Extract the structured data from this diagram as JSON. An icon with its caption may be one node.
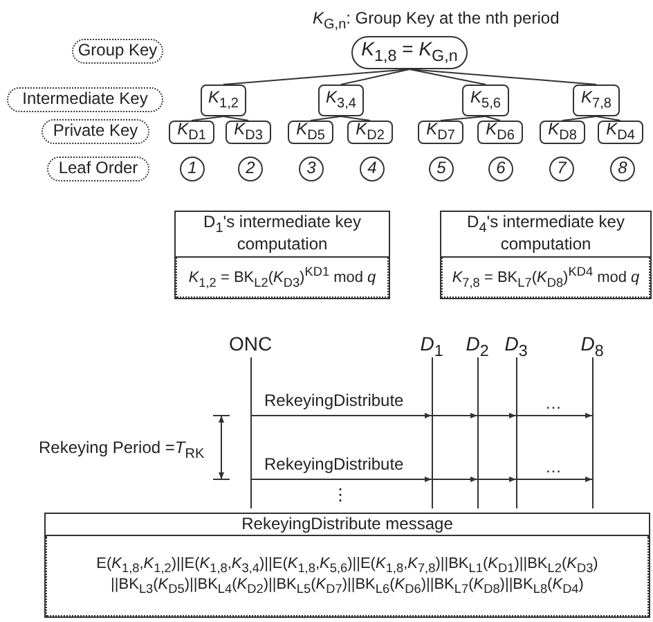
{
  "diagram": {
    "nodes": [
      {
        "text": [
          "Group Key"
        ]
      },
      {
        "text": [
          "Intermediate Key"
        ]
      },
      {
        "text": [
          "Private Key"
        ]
      },
      {
        "text": [
          "Leaf Order"
        ]
      },
      {
        "text": [
          "*K*$_{1,8}$ = *K*$_{G,n}$"
        ]
      },
      {
        "text": [
          "*K*$_{1,2}$"
        ]
      },
      {
        "text": [
          "*K*$_{3,4}$"
        ]
      },
      {
        "text": [
          "*K*$_{5,6}$"
        ]
      },
      {
        "text": [
          "*K*$_{7,8}$"
        ]
      },
      {
        "text": [
          "*K*$_{D1}$"
        ]
      },
      {
        "text": [
          "*K*$_{D3}$"
        ]
      },
      {
        "text": [
          "*K*$_{D5}$"
        ]
      },
      {
        "text": [
          "*K*$_{D2}$"
        ]
      },
      {
        "text": [
          "*K*$_{D7}$"
        ]
      },
      {
        "text": [
          "*K*$_{D6}$"
        ]
      },
      {
        "text": [
          "*K*$_{D8}$"
        ]
      },
      {
        "text": [
          "*K*$_{D4}$"
        ]
      },
      {
        "text": [
          "1"
        ]
      },
      {
        "text": [
          "2"
        ]
      },
      {
        "text": [
          "3"
        ]
      },
      {
        "text": [
          "4"
        ]
      },
      {
        "text": [
          "5"
        ]
      },
      {
        "text": [
          "6"
        ]
      },
      {
        "text": [
          "7"
        ]
      },
      {
        "text": [
          "8"
        ]
      },
      {
        "text": [
          "D$_{1}$'s intermediate key computation",
          "*K*$_{1,2}$ = BK$_{L2}$(*K*$_{D3}$)$^{KD1}$ mod *q*"
        ]
      },
      {
        "text": [
          "D$_{4}$'s intermediate key computation",
          "*K*$_{7,8}$ = BK$_{L7}$(*K*$_{D8}$)$^{KD4}$ mod *q*"
        ]
      },
      {
        "text": [
          "ONC"
        ]
      },
      {
        "text": [
          "*D*$_{1}$"
        ]
      },
      {
        "text": [
          "*D*$_{2}$"
        ]
      },
      {
        "text": [
          "*D*$_{3}$"
        ]
      },
      {
        "text": [
          "*D*$_{8}$"
        ]
      },
      {
        "text": [
          "RekeyingDistribute message",
          "E(*K*$_{1,8}$,*K*$_{1,2}$)||E(*K*$_{1,8}$,*K*$_{3,4}$)||E(*K*$_{1,8}$,*K*$_{5,6}$)||E(*K*$_{1,8}$,*K*$_{7,8}$)||BK$_{L1}$(*K*$_{D1}$)||BK$_{L2}$(*K*$_{D3}$) ||BK$_{L3}$(*K*$_{D5}$)||BK$_{L4}$(*K*$_{D2}$)||BK$_{L5}$(*K*$_{D7}$)||BK$_{L6}$(*K*$_{D6}$)||BK$_{L7}$(*K*$_{D8}$)||BK$_{L8}$(*K*$_{D4}$)"
        ]
      }
    ],
    "edges": [
      {
        "from": 4,
        "to": 5,
        "arrow": "none"
      },
      {
        "from": 4,
        "to": 6,
        "arrow": "none"
      },
      {
        "from": 4,
        "to": 7,
        "arrow": "none"
      },
      {
        "from": 4,
        "to": 8,
        "arrow": "none"
      },
      {
        "from": 5,
        "to": 9,
        "arrow": "none"
      },
      {
        "from": 5,
        "to": 10,
        "arrow": "none"
      },
      {
        "from": 6,
        "to": 11,
        "arrow": "none"
      },
      {
        "from": 6,
        "to": 12,
        "arrow": "none"
      },
      {
        "from": 7,
        "to": 13,
        "arrow": "none"
      },
      {
        "from": 7,
        "to": 14,
        "arrow": "none"
      },
      {
        "from": 8,
        "to": 15,
        "arrow": "none"
      },
      {
        "from": 8,
        "to": 16,
        "arrow": "none"
      },
      {
        "from": 27,
        "to": 28,
        "arrow": "to",
        "label": "RekeyingDistribute"
      },
      {
        "from": 28,
        "to": 29,
        "arrow": "to"
      },
      {
        "from": 29,
        "to": 30,
        "arrow": "to"
      },
      {
        "from": 30,
        "to": 31,
        "arrow": "to"
      },
      {
        "from": 27,
        "to": 28,
        "arrow": "to",
        "label": "RekeyingDistribute"
      },
      {
        "from": 28,
        "to": 29,
        "arrow": "to"
      },
      {
        "from": 29,
        "to": 30,
        "arrow": "to"
      },
      {
        "from": 30,
        "to": 31,
        "arrow": "to"
      }
    ],
    "labels": [
      "*K*$_{G,n}$: Group Key  at the nth period",
      "…",
      "Rekeying Period =*T*$_{RK}$",
      "…",
      "⋮"
    ]
  }
}
